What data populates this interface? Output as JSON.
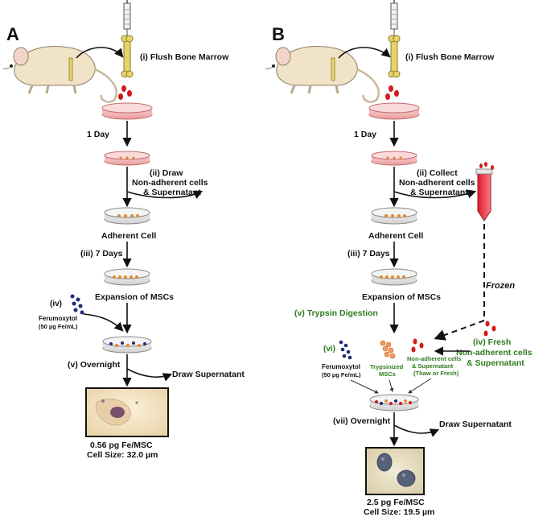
{
  "panelA": {
    "letter": "A",
    "flush": "(i) Flush Bone Marrow",
    "one_day": "1 Day",
    "draw_line1": "(ii) Draw",
    "draw_line2": "Non-adherent cells",
    "draw_line3": "& Supernatant",
    "adherent": "Adherent Cell",
    "seven_days": "(iii) 7 Days",
    "expansion": "Expansion of MSCs",
    "iv": "(iv)",
    "ferumoxytol": "Ferumoxytol",
    "ferumoxytol_dose": "(50 µg Fe/mL)",
    "overnight": "(v)  Overnight",
    "draw_supernatant": "Draw Supernatant",
    "result_fe": "0.56 pg Fe/MSC",
    "result_size": "Cell Size: 32.0 µm"
  },
  "panelB": {
    "letter": "B",
    "flush": "(i) Flush Bone Marrow",
    "one_day": "1 Day",
    "collect_line1": "(ii) Collect",
    "collect_line2": "Non-adherent cells",
    "collect_line3": "& Supernatant",
    "adherent": "Adherent Cell",
    "seven_days": "(iii) 7 Days",
    "expansion": "Expansion of MSCs",
    "frozen": "Frozen",
    "trypsin": "(v) Trypsin Digestion",
    "vi": "(vi)",
    "ferumoxytol": "Ferumoxytol",
    "ferumoxytol_dose": "(50 µg Fe/mL)",
    "trypsinized_line1": "Trypsinized",
    "trypsinized_line2": "MSCs",
    "nonadh_line1": "Non-adherent cells",
    "nonadh_line2": "& Supernatant",
    "nonadh_line3": "(Thaw or Fresh)",
    "fresh_line1": "(iv) Fresh",
    "fresh_line2": "Non-adherent cells",
    "fresh_line3": "& Supernatant",
    "overnight": "(vii)  Overnight",
    "draw_supernatant": "Draw Supernatant",
    "result_fe": "2.5 pg Fe/MSC",
    "result_size": "Cell Size: 19.5 µm"
  },
  "colors": {
    "green_text": "#2f7a1e",
    "red_cells": "#d11a1a",
    "blue_particles": "#1f2a7a",
    "dish_pink": "#f3b8b8",
    "mouse_body": "#f1e3c8"
  }
}
